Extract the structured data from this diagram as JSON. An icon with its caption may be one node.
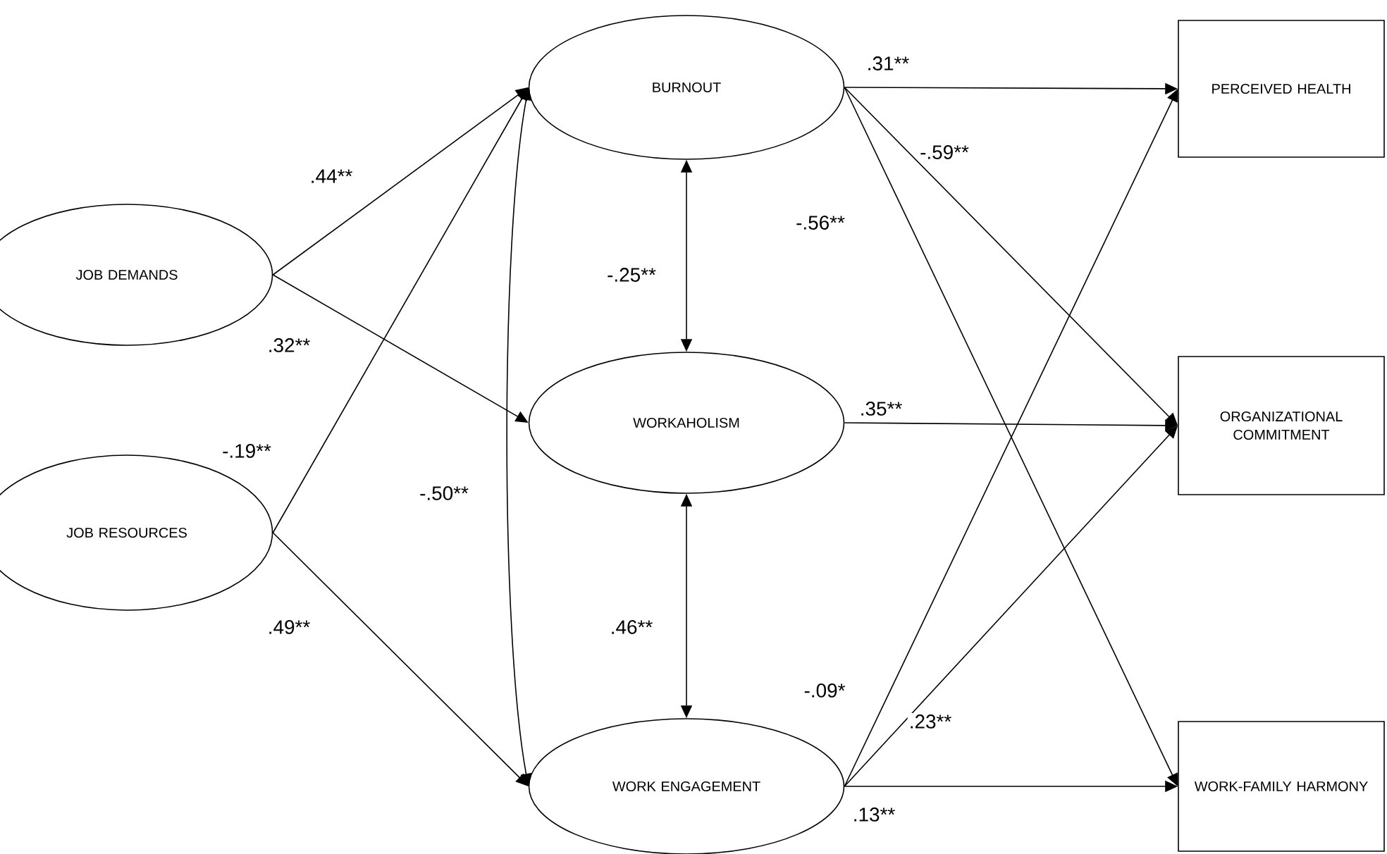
{
  "diagram": {
    "nodes": [
      {
        "text": [
          "JOB DEMANDS"
        ]
      },
      {
        "text": [
          "JOB RESOURCES"
        ]
      },
      {
        "text": [
          "BURNOUT"
        ]
      },
      {
        "text": [
          "WORKAHOLISM"
        ]
      },
      {
        "text": [
          "WORK ENGAGEMENT"
        ]
      },
      {
        "text": [
          "PERCEIVED HEALTH"
        ]
      },
      {
        "text": [
          "ORGANIZATIONAL COMMITMENT"
        ]
      },
      {
        "text": [
          "WORK-FAMILY HARMONY"
        ]
      }
    ],
    "edges": [
      {
        "from": 0,
        "to": 2,
        "arrow": "to",
        "label": ".44**"
      },
      {
        "from": 0,
        "to": 3,
        "arrow": "to",
        "label": ".32**"
      },
      {
        "from": 1,
        "to": 2,
        "arrow": "to",
        "label": "-.19**"
      },
      {
        "from": 1,
        "to": 4,
        "arrow": "to",
        "label": ".49**"
      },
      {
        "from": 2,
        "to": 4,
        "arrow": "both",
        "label": "-.50**"
      },
      {
        "from": 2,
        "to": 3,
        "arrow": "both",
        "label": "-.25**"
      },
      {
        "from": 3,
        "to": 4,
        "arrow": "both",
        "label": ".46**"
      },
      {
        "from": 2,
        "to": 5,
        "arrow": "to",
        "label": ".31**"
      },
      {
        "from": 2,
        "to": 6,
        "arrow": "to",
        "label": "-.59**"
      },
      {
        "from": 2,
        "to": 7,
        "arrow": "to",
        "label": "-.56**"
      },
      {
        "from": 3,
        "to": 6,
        "arrow": "to",
        "label": ".35**"
      },
      {
        "from": 4,
        "to": 5,
        "arrow": "to",
        "label": "-.09*"
      },
      {
        "from": 4,
        "to": 6,
        "arrow": "to",
        "label": ".23**"
      },
      {
        "from": 4,
        "to": 7,
        "arrow": "to",
        "label": ".13**"
      }
    ]
  }
}
